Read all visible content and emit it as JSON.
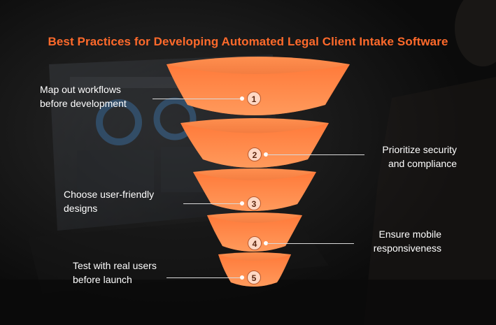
{
  "title": "Best Practices for Developing Automated Legal Client Intake Software",
  "steps": [
    {
      "number": "1",
      "text_line1": "Map out workflows",
      "text_line2": "before development"
    },
    {
      "number": "2",
      "text_line1": "Prioritize security",
      "text_line2": "and compliance"
    },
    {
      "number": "3",
      "text_line1": "Choose user-friendly",
      "text_line2": "designs"
    },
    {
      "number": "4",
      "text_line1": "Ensure mobile",
      "text_line2": "responsiveness"
    },
    {
      "number": "5",
      "text_line1": "Test with real users",
      "text_line2": "before launch"
    }
  ],
  "colors": {
    "accent": "#ff6a2b",
    "funnel_light": "#ff8a4c",
    "funnel_dark": "#c9471a",
    "text": "#ffffff"
  }
}
